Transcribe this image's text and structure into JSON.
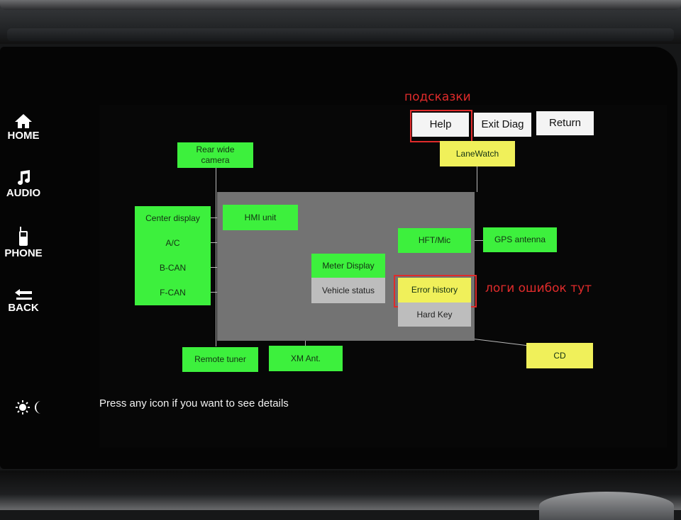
{
  "nav": {
    "home": "HOME",
    "audio": "AUDIO",
    "phone": "PHONE",
    "back": "BACK",
    "brightness_icon": "sun-moon"
  },
  "top_buttons": {
    "help": "Help",
    "exit_diag": "Exit Diag",
    "return": "Return"
  },
  "annotations": {
    "help_note": "подсказки",
    "error_note": "логи ошибок тут"
  },
  "nodes": {
    "rear_wide_camera": "Rear wide\ncamera",
    "lanewatch": "LaneWatch",
    "center_display": "Center display",
    "ac": "A/C",
    "bcan": "B-CAN",
    "fcan": "F-CAN",
    "hmi_unit": "HMI unit",
    "hft_mic": "HFT/Mic",
    "gps_antenna": "GPS antenna",
    "meter_display": "Meter Display",
    "vehicle_status": "Vehicle status",
    "error_history": "Error history",
    "hard_key": "Hard Key",
    "remote_tuner": "Remote tuner",
    "xm_ant": "XM Ant.",
    "cd": "CD"
  },
  "hint": "Press any icon if you want to see details",
  "colors": {
    "ok_green": "#3df03d",
    "warn_yellow": "#f0f05a",
    "inactive_grey": "#bdbdbd",
    "annotation_red": "#e02b2b"
  }
}
